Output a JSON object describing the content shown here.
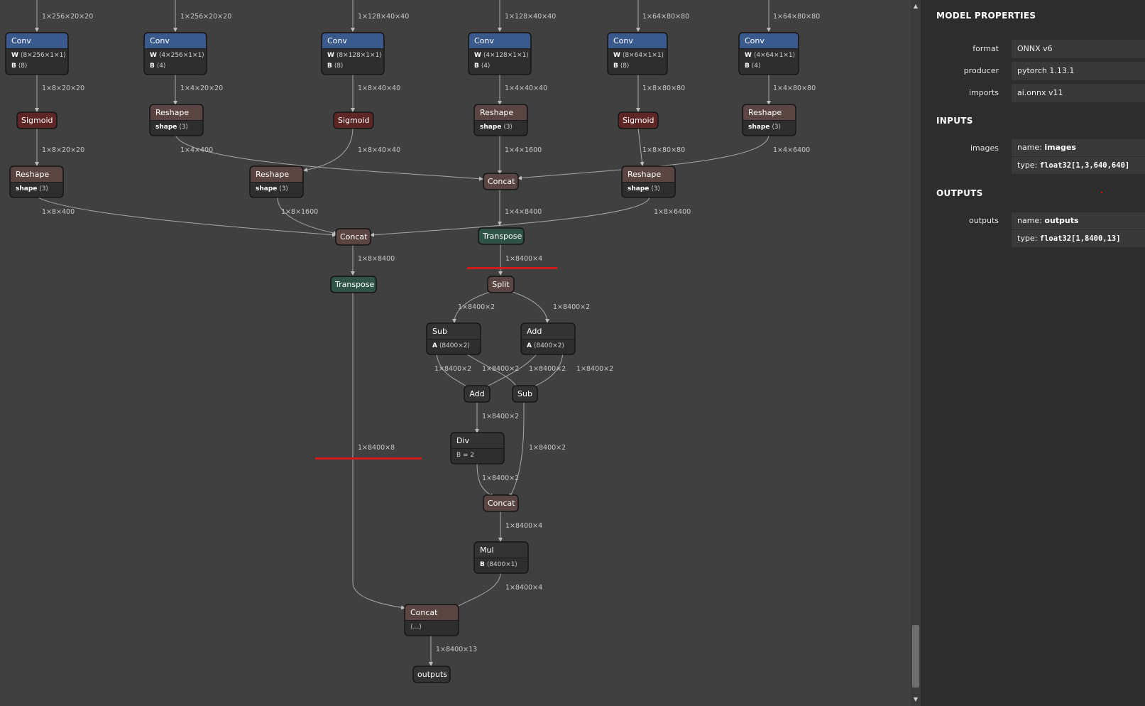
{
  "graph": {
    "nodes": {
      "conv1": {
        "title": "Conv",
        "attrs": [
          {
            "k": "W",
            "v": "⟨8×256×1×1⟩"
          },
          {
            "k": "B",
            "v": "⟨8⟩"
          }
        ]
      },
      "conv2": {
        "title": "Conv",
        "attrs": [
          {
            "k": "W",
            "v": "⟨4×256×1×1⟩"
          },
          {
            "k": "B",
            "v": "⟨4⟩"
          }
        ]
      },
      "conv3": {
        "title": "Conv",
        "attrs": [
          {
            "k": "W",
            "v": "⟨8×128×1×1⟩"
          },
          {
            "k": "B",
            "v": "⟨8⟩"
          }
        ]
      },
      "conv4": {
        "title": "Conv",
        "attrs": [
          {
            "k": "W",
            "v": "⟨4×128×1×1⟩"
          },
          {
            "k": "B",
            "v": "⟨4⟩"
          }
        ]
      },
      "conv5": {
        "title": "Conv",
        "attrs": [
          {
            "k": "W",
            "v": "⟨8×64×1×1⟩"
          },
          {
            "k": "B",
            "v": "⟨8⟩"
          }
        ]
      },
      "conv6": {
        "title": "Conv",
        "attrs": [
          {
            "k": "W",
            "v": "⟨4×64×1×1⟩"
          },
          {
            "k": "B",
            "v": "⟨4⟩"
          }
        ]
      },
      "sig1": {
        "title": "Sigmoid"
      },
      "sig3": {
        "title": "Sigmoid"
      },
      "sig5": {
        "title": "Sigmoid"
      },
      "resh2": {
        "title": "Reshape",
        "attrs": [
          {
            "k": "shape",
            "v": "⟨3⟩"
          }
        ]
      },
      "resh4": {
        "title": "Reshape",
        "attrs": [
          {
            "k": "shape",
            "v": "⟨3⟩"
          }
        ]
      },
      "resh6": {
        "title": "Reshape",
        "attrs": [
          {
            "k": "shape",
            "v": "⟨3⟩"
          }
        ]
      },
      "resh1": {
        "title": "Reshape",
        "attrs": [
          {
            "k": "shape",
            "v": "⟨3⟩"
          }
        ]
      },
      "resh3": {
        "title": "Reshape",
        "attrs": [
          {
            "k": "shape",
            "v": "⟨3⟩"
          }
        ]
      },
      "resh5": {
        "title": "Reshape",
        "attrs": [
          {
            "k": "shape",
            "v": "⟨3⟩"
          }
        ]
      },
      "concatB": {
        "title": "Concat"
      },
      "concatS": {
        "title": "Concat"
      },
      "transB": {
        "title": "Transpose"
      },
      "transS": {
        "title": "Transpose"
      },
      "split": {
        "title": "Split"
      },
      "sub1": {
        "title": "Sub",
        "attrs": [
          {
            "k": "A",
            "v": "⟨8400×2⟩"
          }
        ]
      },
      "add1": {
        "title": "Add",
        "attrs": [
          {
            "k": "A",
            "v": "⟨8400×2⟩"
          }
        ]
      },
      "add2": {
        "title": "Add"
      },
      "sub2": {
        "title": "Sub"
      },
      "div": {
        "title": "Div",
        "attrs": [
          {
            "k": "",
            "v": "B = 2"
          }
        ]
      },
      "concat3": {
        "title": "Concat"
      },
      "mul": {
        "title": "Mul",
        "attrs": [
          {
            "k": "B",
            "v": "⟨8400×1⟩"
          }
        ]
      },
      "concatF": {
        "title": "Concat",
        "attrs": [
          {
            "k": "",
            "v": "⟨…⟩"
          }
        ]
      },
      "outputs": {
        "title": "outputs"
      }
    },
    "edge_labels": {
      "in1": "1×256×20×20",
      "in2": "1×256×20×20",
      "in3": "1×128×40×40",
      "in4": "1×128×40×40",
      "in5": "1×64×80×80",
      "in6": "1×64×80×80",
      "c1": "1×8×20×20",
      "c2": "1×4×20×20",
      "c3": "1×8×40×40",
      "c4": "1×4×40×40",
      "c5": "1×8×80×80",
      "c6": "1×4×80×80",
      "s1": "1×8×20×20",
      "r2": "1×4×400",
      "s3": "1×8×40×40",
      "r4": "1×4×1600",
      "s5": "1×8×80×80",
      "r6": "1×4×6400",
      "r1": "1×8×400",
      "r3": "1×8×1600",
      "cs": "1×4×8400",
      "r5": "1×8×6400",
      "cb": "1×8×8400",
      "ts": "1×8400×4",
      "spl": "1×8400×2",
      "spr": "1×8400×2",
      "e1": "1×8400×2",
      "e2": "1×8400×2",
      "e3": "1×8400×2",
      "e4": "1×8400×2",
      "ad": "1×8400×2",
      "tb": "1×8400×8",
      "sb": "1×8400×2",
      "dv": "1×8400×2",
      "c3m": "1×8400×4",
      "mu": "1×8400×4",
      "fo": "1×8400×13"
    }
  },
  "sidebar": {
    "model_title": "MODEL PROPERTIES",
    "props": [
      {
        "name": "format",
        "value": "ONNX v6"
      },
      {
        "name": "producer",
        "value": "pytorch 1.13.1"
      },
      {
        "name": "imports",
        "value": "ai.onnx v11"
      }
    ],
    "inputs_title": "INPUTS",
    "input": {
      "name": "images",
      "name_prefix": "name: ",
      "name_value": "images",
      "type_prefix": "type: ",
      "type_value": "float32[1,3,640,640]"
    },
    "outputs_title": "OUTPUTS",
    "output": {
      "name": "outputs",
      "name_prefix": "name: ",
      "name_value": "outputs",
      "type_prefix": "type: ",
      "type_value": "float32[1,8400,13]"
    }
  },
  "colors": {
    "conv": "#3a5a8e",
    "activation": "#5e2525",
    "shape": "#5a4542",
    "transpose": "#2f5445",
    "highlight": "#d11a1a"
  }
}
